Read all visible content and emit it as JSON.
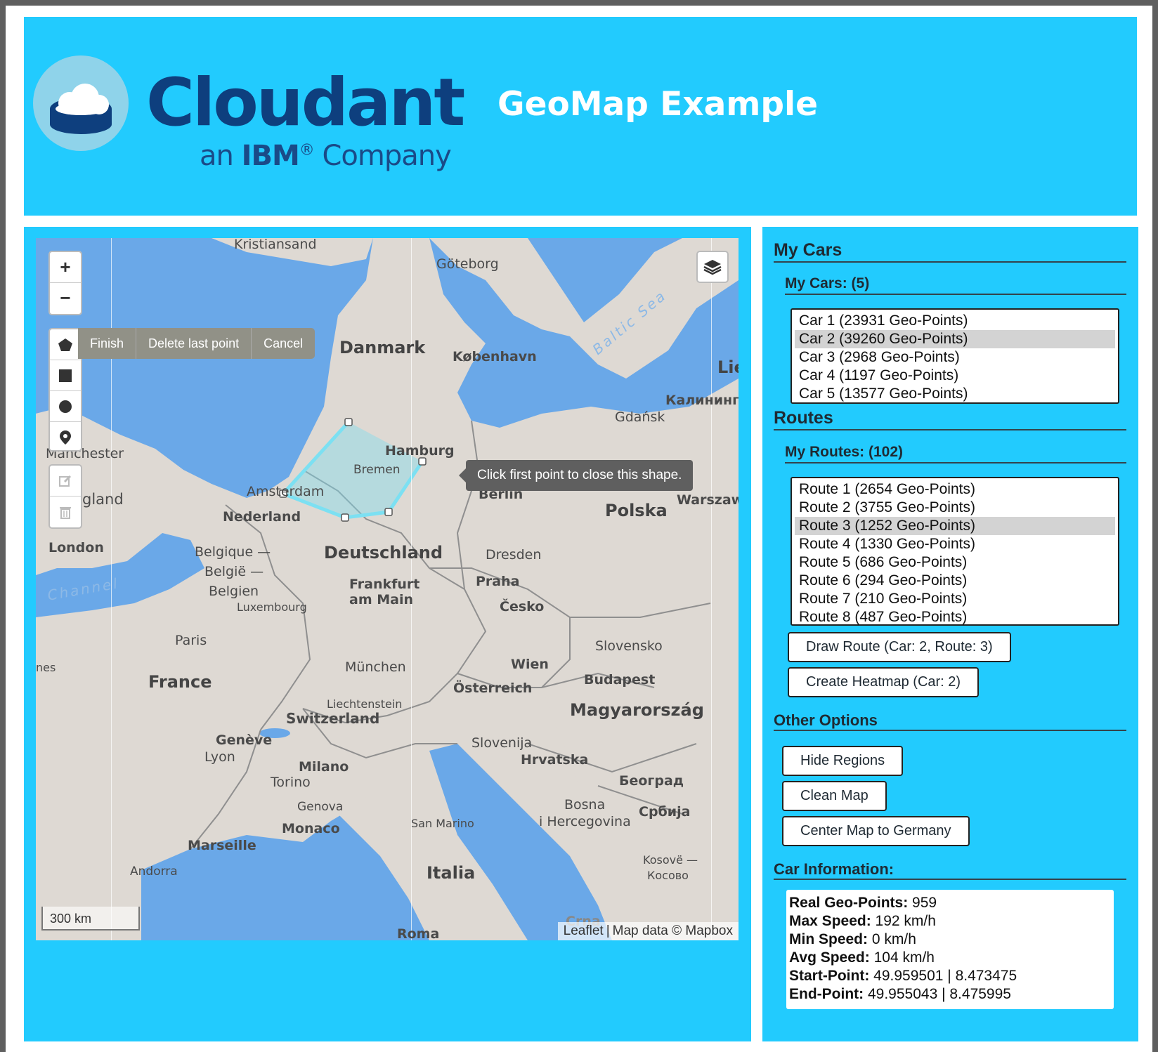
{
  "header": {
    "logo_word": "Cloudant",
    "logo_sub_pre": "an ",
    "logo_sub_brand": "IBM",
    "logo_sub_reg": "®",
    "logo_sub_post": " Company",
    "title": "GeoMap Example",
    "bg_color": "#22cbfe"
  },
  "map": {
    "zoom_in": "+",
    "zoom_out": "−",
    "draw_actions": [
      "Finish",
      "Delete last point",
      "Cancel"
    ],
    "tooltip": "Click first point to close this shape.",
    "scale": "300 km",
    "attribution_leaflet": "Leaflet",
    "attribution_sep": "|",
    "attribution_data": "Map data © Mapbox",
    "labels": {
      "kristiansand": "Kristiansand",
      "goteborg": "Göteborg",
      "baltic_sea": "Baltic Sea",
      "danmark": "Danmark",
      "kobenhavn": "København",
      "kaliningrad": "Калинингр",
      "gdansk": "Gdańsk",
      "lie": "Lie",
      "hamburg": "Hamburg",
      "bremen": "Bremen",
      "manchester": "Manchester",
      "amsterdam": "Amsterdam",
      "berlin": "Berlin",
      "polska": "Polska",
      "warszaw": "Warszaw",
      "england": "gland",
      "nederland": "Nederland",
      "london": "London",
      "belgique": "Belgique —",
      "belgie": "België —",
      "belgien": "Belgien",
      "luxembourg": "Luxembourg",
      "deutschland": "Deutschland",
      "dresden": "Dresden",
      "frankfurt": "Frankfurt",
      "am_main": "am Main",
      "praha": "Praha",
      "cesko": "Česko",
      "channel": "Channel",
      "paris": "Paris",
      "slovensko": "Slovensko",
      "nes": "nes",
      "france": "France",
      "munchen": "München",
      "wien": "Wien",
      "budapest": "Budapest",
      "osterreich": "Österreich",
      "liechtenstein": "Liechtenstein",
      "switzerland": "Switzerland",
      "magyarorszag": "Magyarország",
      "geneve": "Genève",
      "lyon": "Lyon",
      "slovenija": "Slovenija",
      "hrvatska": "Hrvatska",
      "milano": "Milano",
      "torino": "Torino",
      "beograd": "Београд",
      "genova": "Genova",
      "bosna": "Bosna",
      "hercegovina": "i Hercegovina",
      "srbija": "Србија",
      "san_marino": "San Marino",
      "monaco": "Monaco",
      "marseille": "Marseille",
      "kosove": "Kosovë —",
      "kosovo": "Косово",
      "andorra": "Andorra",
      "italia": "Italia",
      "roma": "Roma",
      "crna": "Crna"
    }
  },
  "sidebar": {
    "my_cars_title": "My Cars",
    "my_cars_sub": "My Cars: (5)",
    "cars": [
      "Car 1 (23931 Geo-Points)",
      "Car 2 (39260 Geo-Points)",
      "Car 3 (2968 Geo-Points)",
      "Car 4 (1197 Geo-Points)",
      "Car 5 (13577 Geo-Points)"
    ],
    "routes_title": "Routes",
    "routes_sub": "My Routes: (102)",
    "routes": [
      "Route 1 (2654 Geo-Points)",
      "Route 2 (3755 Geo-Points)",
      "Route 3 (1252 Geo-Points)",
      "Route 4 (1330 Geo-Points)",
      "Route 5 (686 Geo-Points)",
      "Route 6 (294 Geo-Points)",
      "Route 7 (210 Geo-Points)",
      "Route 8 (487 Geo-Points)"
    ],
    "draw_route_btn": "Draw Route (Car: 2, Route: 3)",
    "heatmap_btn": "Create Heatmap (Car: 2)",
    "other_title": "Other Options",
    "hide_regions_btn": "Hide Regions",
    "clean_map_btn": "Clean Map",
    "center_btn": "Center Map to Germany",
    "car_info_title": "Car Information:",
    "info": {
      "real_points_label": "Real Geo-Points:",
      "real_points": "959",
      "max_speed_label": "Max Speed:",
      "max_speed": "192 km/h",
      "min_speed_label": "Min Speed:",
      "min_speed": "0 km/h",
      "avg_speed_label": "Avg Speed:",
      "avg_speed": "104 km/h",
      "start_label": "Start-Point:",
      "start": "49.959501 | 8.473475",
      "end_label": "End-Point:",
      "end": "49.955043 | 8.475995"
    }
  }
}
